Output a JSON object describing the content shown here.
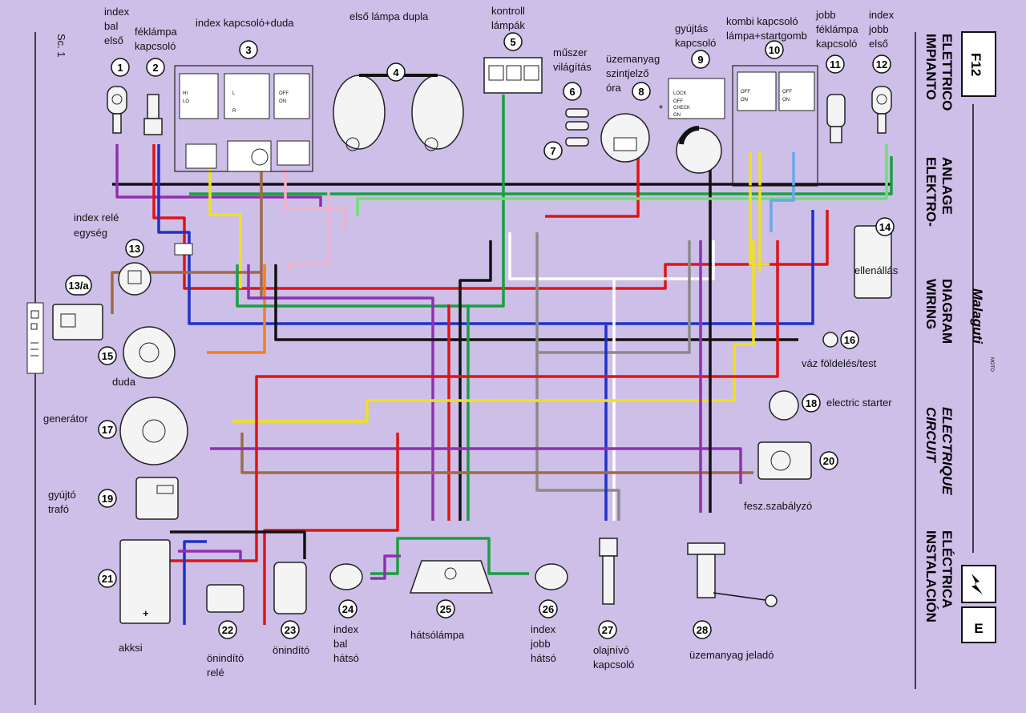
{
  "diagram": {
    "page_code": "F12",
    "sheet": "Sc. 1",
    "brand": "Malaguti",
    "brand_sub": "MOTO",
    "edition_letter": "E",
    "titles": [
      {
        "line1": "IMPIANTO",
        "line2": "ELETTRICO"
      },
      {
        "line1": "ELEKTRO-",
        "line2": "ANLAGE"
      },
      {
        "line1": "WIRING",
        "line2": "DIAGRAM"
      },
      {
        "line1": "CIRCUIT",
        "line2": "ELECTRIQUE"
      },
      {
        "line1": "INSTALACIÓN",
        "line2": "ELÉCTRICA"
      }
    ],
    "components": [
      {
        "n": "1",
        "label": [
          "index",
          "bal",
          "első"
        ]
      },
      {
        "n": "2",
        "label": [
          "féklámpa",
          "kapcsoló"
        ]
      },
      {
        "n": "3",
        "label": [
          "index kapcsoló+duda"
        ]
      },
      {
        "n": "4",
        "label": [
          "első lámpa dupla"
        ]
      },
      {
        "n": "5",
        "label": [
          "kontroll",
          "lámpák"
        ]
      },
      {
        "n": "6",
        "label": [
          "műszer",
          "világítás"
        ]
      },
      {
        "n": "7",
        "label": []
      },
      {
        "n": "8",
        "label": [
          "üzemanyag",
          "szintjelző",
          "óra"
        ]
      },
      {
        "n": "9",
        "label": [
          "gyújtás",
          "kapcsoló"
        ]
      },
      {
        "n": "10",
        "label": [
          "kombi kapcsoló",
          "lámpa+startgomb"
        ]
      },
      {
        "n": "11",
        "label": [
          "jobb",
          "féklámpa",
          "kapcsoló"
        ]
      },
      {
        "n": "12",
        "label": [
          "index",
          "jobb",
          "első"
        ]
      },
      {
        "n": "13",
        "label": []
      },
      {
        "n": "13/a",
        "label": []
      },
      {
        "n": "14",
        "label": [
          "ellenállás"
        ]
      },
      {
        "n": "15",
        "label": [
          "duda"
        ]
      },
      {
        "n": "16",
        "label": [
          "váz földelés/test"
        ]
      },
      {
        "n": "17",
        "label": [
          "generátor"
        ]
      },
      {
        "n": "18",
        "label": [
          "electric starter"
        ]
      },
      {
        "n": "19",
        "label": [
          "gyújtó",
          "trafó"
        ]
      },
      {
        "n": "20",
        "label": [
          "fesz.szabályzó"
        ]
      },
      {
        "n": "21",
        "label": [
          "akksi"
        ]
      },
      {
        "n": "22",
        "label": [
          "önindító",
          "relé"
        ]
      },
      {
        "n": "23",
        "label": [
          "önindító"
        ]
      },
      {
        "n": "24",
        "label": [
          "index",
          "bal",
          "hátsó"
        ]
      },
      {
        "n": "25",
        "label": [
          "hátsólámpa"
        ]
      },
      {
        "n": "26",
        "label": [
          "index",
          "jobb",
          "hátsó"
        ]
      },
      {
        "n": "27",
        "label": [
          "olajnívó",
          "kapcsoló"
        ]
      },
      {
        "n": "28",
        "label": [
          "üzemanyag jeladó"
        ]
      }
    ],
    "extra_labels": {
      "relay": [
        "index relé",
        "egység"
      ]
    },
    "switch_texts": {
      "hi": "HI",
      "lo": "LO",
      "l": "L",
      "r": "R",
      "off": "OFF",
      "on": "ON",
      "lock": "LOCK",
      "check": "CHECK",
      "star": "*"
    },
    "wire_colors": {
      "red": "#e01414",
      "blue": "#2030c8",
      "green": "#18a040",
      "yellow": "#f0e020",
      "purple": "#9030b0",
      "black": "#111111",
      "brown": "#a06a44",
      "orange": "#f08020",
      "gray": "#8a8a8a",
      "pink": "#f2b0c8",
      "white": "#ffffff",
      "lightgreen": "#70e070",
      "lightblue": "#68a8e8",
      "background": "#cdbfe8"
    }
  }
}
